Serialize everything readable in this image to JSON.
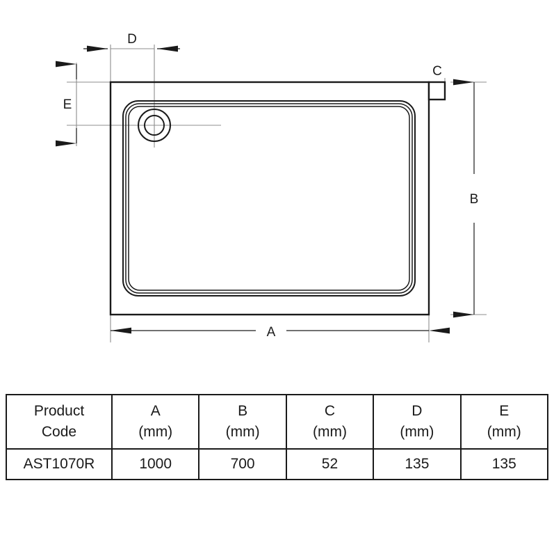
{
  "drawing": {
    "title": "shower-tray-plan-view",
    "dimension_labels": {
      "A": "A",
      "B": "B",
      "C": "C",
      "D": "D",
      "E": "E"
    },
    "line_color": "#1a1a1a",
    "thin_line_color": "#808080",
    "background": "#ffffff"
  },
  "table": {
    "headers": [
      {
        "line1": "Product",
        "line2": "Code"
      },
      {
        "line1": "A",
        "line2": "(mm)"
      },
      {
        "line1": "B",
        "line2": "(mm)"
      },
      {
        "line1": "C",
        "line2": "(mm)"
      },
      {
        "line1": "D",
        "line2": "(mm)"
      },
      {
        "line1": "E",
        "line2": "(mm)"
      }
    ],
    "rows": [
      {
        "product_code": "AST1070R",
        "a": "1000",
        "b": "700",
        "c": "52",
        "d": "135",
        "e": "135"
      }
    ]
  }
}
